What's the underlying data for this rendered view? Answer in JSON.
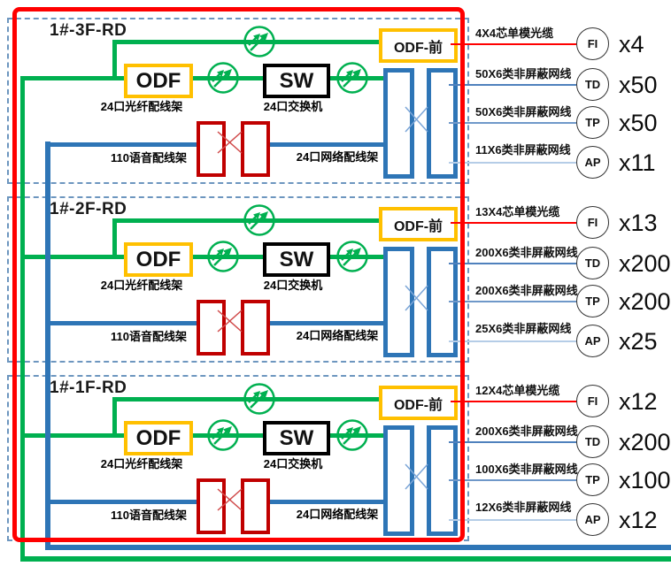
{
  "diagram": {
    "colors": {
      "green": "#00b050",
      "frame_red": "#ff0000",
      "voice_red": "#c00000",
      "yellow": "#ffc000",
      "blue": "#2e75b6",
      "dashed_border": "#6d96bf"
    },
    "line_colors": {
      "FI": "#ff0000",
      "TD": "#4f81bd",
      "TP": "#6f98c9",
      "AP": "#b5cde7"
    },
    "floors": [
      {
        "title": "1#-3F-RD",
        "odf_front_label": "ODF-前",
        "odf_label": "ODF",
        "sw_label": "SW",
        "odf_caption": "24口光纤配线架",
        "sw_caption": "24口交换机",
        "voice_caption": "110语音配线架",
        "network_caption": "24口网络配线架",
        "endpoints": [
          {
            "type": "FI",
            "cable": "4X4芯单模光缆",
            "count": "x4"
          },
          {
            "type": "TD",
            "cable": "50X6类非屏蔽网线",
            "count": "x50"
          },
          {
            "type": "TP",
            "cable": "50X6类非屏蔽网线",
            "count": "x50"
          },
          {
            "type": "AP",
            "cable": "11X6类非屏蔽网线",
            "count": "x11"
          }
        ]
      },
      {
        "title": "1#-2F-RD",
        "odf_front_label": "ODF-前",
        "odf_label": "ODF",
        "sw_label": "SW",
        "odf_caption": "24口光纤配线架",
        "sw_caption": "24口交换机",
        "voice_caption": "110语音配线架",
        "network_caption": "24口网络配线架",
        "endpoints": [
          {
            "type": "FI",
            "cable": "13X4芯单模光缆",
            "count": "x13"
          },
          {
            "type": "TD",
            "cable": "200X6类非屏蔽网线",
            "count": "x200"
          },
          {
            "type": "TP",
            "cable": "200X6类非屏蔽网线",
            "count": "x200"
          },
          {
            "type": "AP",
            "cable": "25X6类非屏蔽网线",
            "count": "x25"
          }
        ]
      },
      {
        "title": "1#-1F-RD",
        "odf_front_label": "ODF-前",
        "odf_label": "ODF",
        "sw_label": "SW",
        "odf_caption": "24口光纤配线架",
        "sw_caption": "24口交换机",
        "voice_caption": "110语音配线架",
        "network_caption": "24口网络配线架",
        "endpoints": [
          {
            "type": "FI",
            "cable": "12X4芯单模光缆",
            "count": "x12"
          },
          {
            "type": "TD",
            "cable": "200X6类非屏蔽网线",
            "count": "x200"
          },
          {
            "type": "TP",
            "cable": "100X6类非屏蔽网线",
            "count": "x100"
          },
          {
            "type": "AP",
            "cable": "12X6类非屏蔽网线",
            "count": "x12"
          }
        ]
      }
    ]
  }
}
